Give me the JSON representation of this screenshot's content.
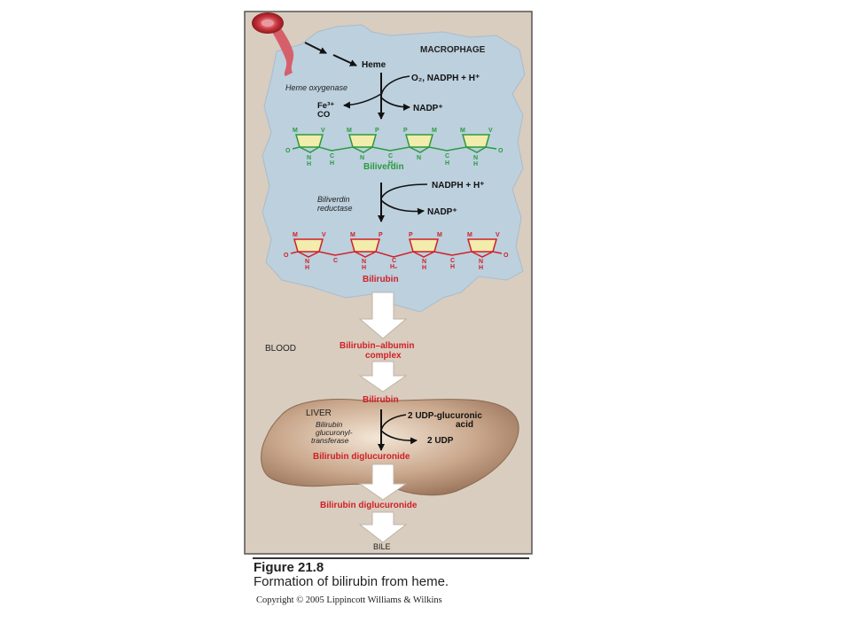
{
  "labels": {
    "macrophage": "MACROPHAGE",
    "heme": "Heme",
    "o2_nadph": "O₂, NADPH + H⁺",
    "heme_oxygenase": "Heme oxygenase",
    "fe": "Fe³⁺",
    "co": "CO",
    "nadp1": "NADP⁺",
    "biliverdin": "Biliverdin",
    "nadph2": "NADPH + H⁺",
    "biliverdin_reductase_1": "Biliverdin",
    "biliverdin_reductase_2": "reductase",
    "nadp2": "NADP⁺",
    "bilirubin1": "Bilirubin",
    "blood": "BLOOD",
    "complex_1": "Bilirubin–albumin",
    "complex_2": "complex",
    "bilirubin2": "Bilirubin",
    "liver": "LIVER",
    "udp_1": "2 UDP-glucuronic",
    "udp_2": "acid",
    "transferase_1": "Bilirubin",
    "transferase_2": "glucuronyl-",
    "transferase_3": "transferase",
    "udp_out": "2 UDP",
    "diglucuronide1": "Bilirubin diglucuronide",
    "diglucuronide2": "Bilirubin diglucuronide",
    "bile": "BILE"
  },
  "biliverdin_subs": {
    "top": [
      "M",
      "V",
      "M",
      "P",
      "P",
      "M",
      "M",
      "V"
    ],
    "bottom": [
      "O",
      "N",
      "C",
      "N",
      "C",
      "N",
      "C",
      "N",
      "O"
    ],
    "h": [
      "H",
      "H",
      "H",
      "H",
      "H"
    ]
  },
  "bilirubin_subs": {
    "top": [
      "M",
      "V",
      "M",
      "P",
      "P",
      "M",
      "M",
      "V"
    ],
    "bottom": [
      "O",
      "N",
      "C",
      "N",
      "C",
      "N",
      "C",
      "N",
      "O"
    ],
    "h": [
      "H",
      "H",
      "H₂",
      "H",
      "H",
      "H"
    ]
  },
  "caption": {
    "title": "Figure 21.8",
    "subtitle": "Formation of bilirubin from heme."
  },
  "copyright": "Copyright © 2005 Lippincott Williams & Wilkins",
  "colors": {
    "panel": "#d9cdbf",
    "macrophage": "#bcd0de",
    "liver": "#b48f75",
    "green": "#2a9a3e",
    "red": "#d02027",
    "ring_fill": "#f2ecad"
  }
}
